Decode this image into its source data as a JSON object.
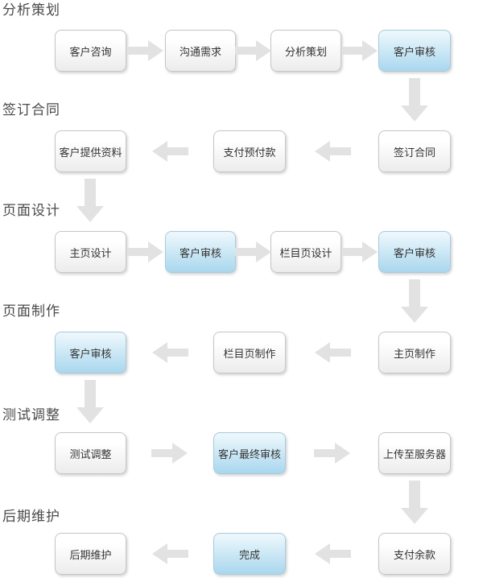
{
  "diagram": {
    "type": "flowchart",
    "orientation": "boustrophedon (rows alternate left-to-right / right-to-left, linked by down arrows)",
    "colors": {
      "background": "#ffffff",
      "box_border": "#c6c6c6",
      "box_gradient_top": "#ffffff",
      "box_gradient_bottom": "#ececec",
      "highlight_box_border": "#a9cadd",
      "highlight_box_gradient_top": "#ecf7fc",
      "highlight_box_gradient_bottom": "#a9d7ee",
      "arrow_fill": "#e2e2e2",
      "box_text": "#333333",
      "header_text": "#4a4a4a"
    },
    "icons": {
      "flow_arrow_right": "solid block arrow pointing right",
      "flow_arrow_left": "solid block arrow pointing left",
      "flow_arrow_down": "solid block arrow pointing down"
    },
    "sections": [
      {
        "header": "分析策划",
        "flow_direction": "right",
        "boxes": [
          {
            "label": "客户咨询",
            "highlighted": false
          },
          {
            "label": "沟通需求",
            "highlighted": false
          },
          {
            "label": "分析策划",
            "highlighted": false
          },
          {
            "label": "客户审核",
            "highlighted": true
          }
        ]
      },
      {
        "header": "签订合同",
        "flow_direction": "left",
        "boxes": [
          {
            "label": "签订合同",
            "highlighted": false
          },
          {
            "label": "支付预付款",
            "highlighted": false
          },
          {
            "label": "客户提供资料",
            "highlighted": false
          }
        ]
      },
      {
        "header": "页面设计",
        "flow_direction": "right",
        "boxes": [
          {
            "label": "主页设计",
            "highlighted": false
          },
          {
            "label": "客户审核",
            "highlighted": true
          },
          {
            "label": "栏目页设计",
            "highlighted": false
          },
          {
            "label": "客户审核",
            "highlighted": true
          }
        ]
      },
      {
        "header": "页面制作",
        "flow_direction": "left",
        "boxes": [
          {
            "label": "主页制作",
            "highlighted": false
          },
          {
            "label": "栏目页制作",
            "highlighted": false
          },
          {
            "label": "客户审核",
            "highlighted": true
          }
        ]
      },
      {
        "header": "测试调整",
        "flow_direction": "right",
        "boxes": [
          {
            "label": "测试调整",
            "highlighted": false
          },
          {
            "label": "客户最终审核",
            "highlighted": true
          },
          {
            "label": "上传至服务器",
            "highlighted": false
          }
        ]
      },
      {
        "header": "后期维护",
        "flow_direction": "left",
        "boxes": [
          {
            "label": "支付余款",
            "highlighted": false
          },
          {
            "label": "完成",
            "highlighted": true
          },
          {
            "label": "后期维护",
            "highlighted": false
          }
        ]
      }
    ]
  }
}
